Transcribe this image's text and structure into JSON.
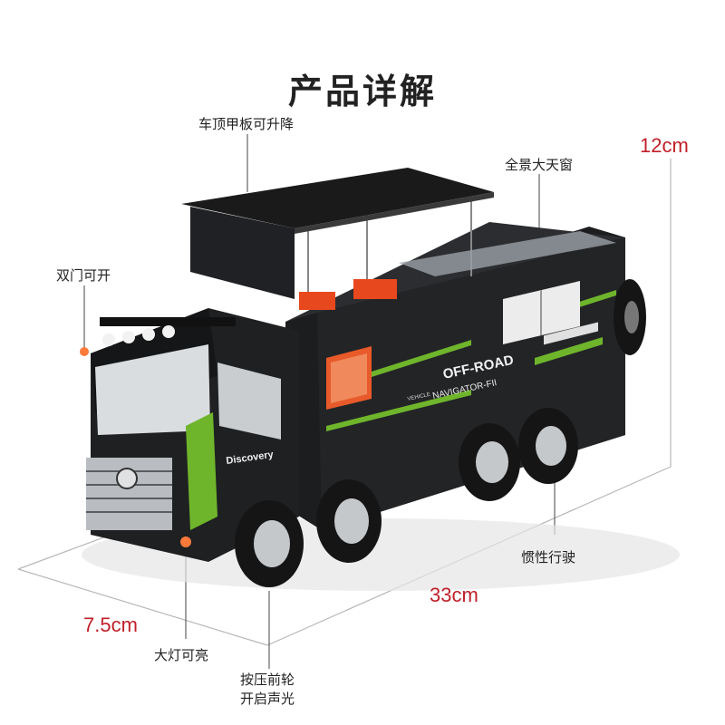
{
  "page": {
    "title": "产品详解"
  },
  "callouts": {
    "roof_panel": "车顶甲板可升降",
    "skylight": "全景大天窗",
    "doors": "双门可开",
    "inertia": "惯性行驶",
    "headlights": "大灯可亮",
    "front_wheel_line1": "按压前轮",
    "front_wheel_line2": "开启声光"
  },
  "dimensions": {
    "height": "12cm",
    "length": "33cm",
    "width": "7.5cm"
  },
  "vehicle_markings": {
    "off_road": "OFF-ROAD",
    "vehicle_small": "VEHICLE",
    "navigator": "NAVIGATOR-FII",
    "discovery": "Discovery"
  },
  "colors": {
    "dimension_red": "#c0202a",
    "truck_body": "#1c1d1f",
    "accent_green": "#6fb52c",
    "window_orange": "#e85a2a"
  }
}
